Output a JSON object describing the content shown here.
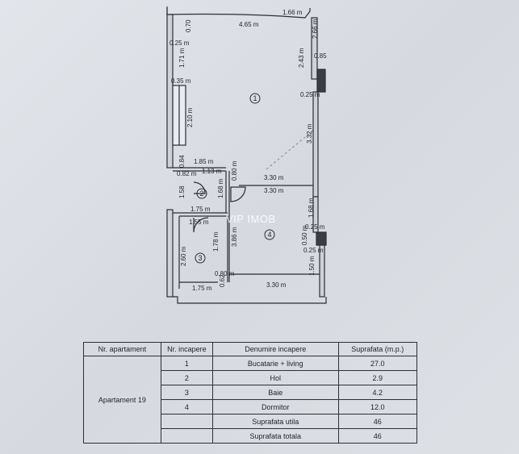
{
  "plan": {
    "watermark": "VIP IMOB",
    "rooms": [
      {
        "number": "1"
      },
      {
        "number": "2"
      },
      {
        "number": "3"
      },
      {
        "number": "4"
      }
    ],
    "dims": {
      "top_width": "4.65 m",
      "top_small": "1.66 m",
      "right_top": "2.66 m",
      "right_2": "2.43 m",
      "right_tag": "0.85",
      "left_070": "0.70",
      "left_025": "0.25 m",
      "left_171": "1.71 m",
      "left_035": "0.35 m",
      "left_210": "2.10 m",
      "left_084": "0.84",
      "left_185": "1.85 m",
      "left_082": "0.82 m",
      "left_113": "1.13 m",
      "mid_080": "0.80 m",
      "mid_330a": "3.30 m",
      "mid_330b": "3.30 m",
      "right_025": "0.25 m",
      "right_332": "3.32 m",
      "hol_158": "1.58",
      "hol_175": "1.75 m",
      "hol_168": "1.68 m",
      "r4_168": "1.68 m",
      "r4_025a": "0.25 m",
      "r4_050": "0.50 m",
      "r4_025b": "0.25 m",
      "r4_150": "1.50 m",
      "baie_155": "1.55 m",
      "baie_178": "1.78 m",
      "baie_260": "2.60 m",
      "mid_386": "3.86 m",
      "bot_080": "0.80 m",
      "bot_062": "0.62",
      "bot_175": "1.75 m",
      "bot_330": "3.30 m"
    }
  },
  "table": {
    "headers": [
      "Nr. apartament",
      "Nr. incapere",
      "Denumire incapere",
      "Suprafata (m.p.)"
    ],
    "apartment": "Apartament 19",
    "rows": [
      {
        "nr": "1",
        "name": "Bucatarie + living",
        "area": "27.0"
      },
      {
        "nr": "2",
        "name": "Hol",
        "area": "2.9"
      },
      {
        "nr": "3",
        "name": "Baie",
        "area": "4.2"
      },
      {
        "nr": "4",
        "name": "Dormitor",
        "area": "12.0"
      },
      {
        "nr": "",
        "name": "Suprafata utila",
        "area": "46"
      },
      {
        "nr": "",
        "name": "Suprafata totala",
        "area": "46"
      }
    ]
  }
}
